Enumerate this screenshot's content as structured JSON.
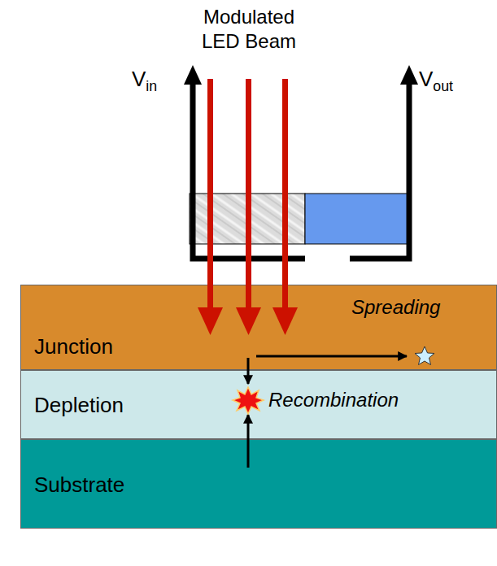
{
  "diagram": {
    "title": "Modulated LED Beam",
    "nodes": [
      {
        "text": [
          "Junction"
        ]
      },
      {
        "text": [
          "Depletion"
        ]
      },
      {
        "text": [
          "Substrate"
        ]
      }
    ],
    "labels": [
      "Vin",
      "Vout",
      "Spreading",
      "Recombination"
    ]
  }
}
